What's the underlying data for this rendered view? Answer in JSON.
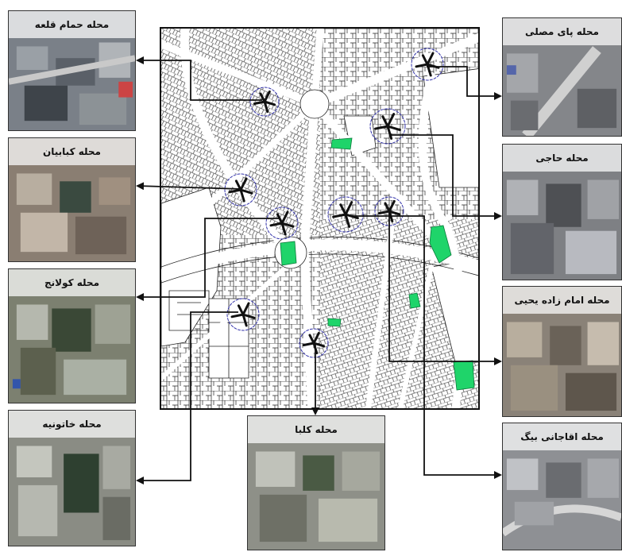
{
  "colors": {
    "green_space": "#1fd46a",
    "circle": "#3333aa",
    "arrow": "#111111",
    "map_fill": "#ffffff",
    "block_line": "#222222"
  },
  "neighborhoods": [
    {
      "id": "hammam-qaleh",
      "label": "محله حمام قلعه"
    },
    {
      "id": "kababian",
      "label": "محله کبابیان"
    },
    {
      "id": "kulanj",
      "label": "محله کولانج"
    },
    {
      "id": "khatunieh",
      "label": "محله خاتونیه"
    },
    {
      "id": "kalba",
      "label": "محله کلبا"
    },
    {
      "id": "pay-mosalla",
      "label": "محله پای مصلی"
    },
    {
      "id": "haji",
      "label": "محله حاجی"
    },
    {
      "id": "imamzadeh-yahya",
      "label": "محله امام زاده یحیی"
    },
    {
      "id": "aghajani-beyk",
      "label": "محله اقاجانی بیگ"
    }
  ]
}
